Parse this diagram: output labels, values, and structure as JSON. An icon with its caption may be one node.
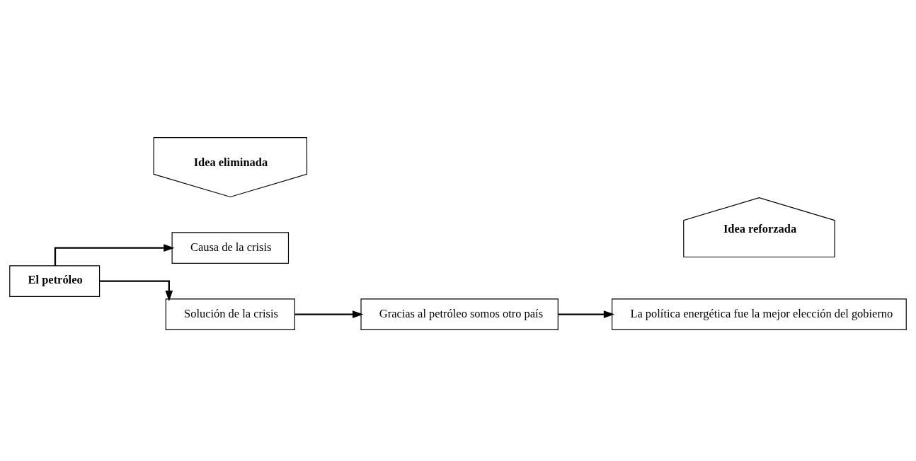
{
  "diagram": {
    "nodes": [
      {
        "text": [
          "El petróleo"
        ]
      },
      {
        "text": [
          "Causa de la crisis"
        ]
      },
      {
        "text": [
          "Solución de la crisis"
        ]
      },
      {
        "text": [
          "Gracias al petróleo somos otro país"
        ]
      },
      {
        "text": [
          "La política energética fue la mejor elección del gobierno"
        ]
      },
      {
        "text": [
          "Idea eliminada"
        ]
      },
      {
        "text": [
          "Idea reforzada"
        ]
      }
    ],
    "edges": [
      {
        "from": 0,
        "to": 1,
        "arrow": "to"
      },
      {
        "from": 0,
        "to": 2,
        "arrow": "to"
      },
      {
        "from": 2,
        "to": 3,
        "arrow": "to"
      },
      {
        "from": 3,
        "to": 4,
        "arrow": "to"
      }
    ]
  }
}
